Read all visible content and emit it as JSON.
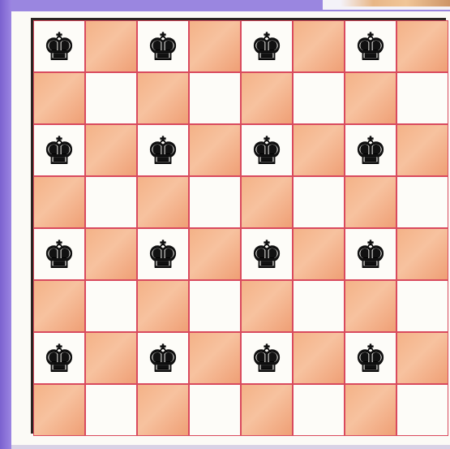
{
  "board": {
    "size": 8,
    "light_color": "#fdfcf8",
    "dark_color": "#f4b287",
    "grid_line_color": "#d94a5e",
    "piece": "black-king",
    "piece_glyph": "♚",
    "kings": [
      [
        0,
        0
      ],
      [
        0,
        2
      ],
      [
        0,
        4
      ],
      [
        0,
        6
      ],
      [
        2,
        0
      ],
      [
        2,
        2
      ],
      [
        2,
        4
      ],
      [
        2,
        6
      ],
      [
        4,
        0
      ],
      [
        4,
        2
      ],
      [
        4,
        4
      ],
      [
        4,
        6
      ],
      [
        6,
        0
      ],
      [
        6,
        2
      ],
      [
        6,
        4
      ],
      [
        6,
        6
      ]
    ]
  }
}
